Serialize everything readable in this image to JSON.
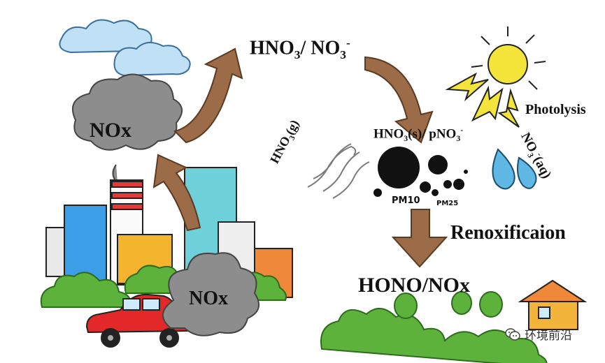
{
  "labels": {
    "nox_cloud": "NOx",
    "nox_car": "NOx",
    "hno3_gas_top": "HNO",
    "hno3_gas_top_sub": "3",
    "hno3_gas_top_mid": "/ NO",
    "hno3_gas_top_sub2": "3",
    "hno3_gas_top_sup": "-",
    "hno3_g": "HNO",
    "hno3_g_sub": "3",
    "hno3_g_end": "(g)",
    "particle_label": "HNO",
    "particle_label_sub": "3",
    "particle_label_mid": "(s)/ pNO",
    "particle_label_sub2": "3",
    "particle_label_sup": "-",
    "no3_aq": "NO",
    "no3_aq_sub": "3",
    "no3_aq_sup": "-",
    "no3_aq_end": "(aq)",
    "photolysis": "Photolysis",
    "renoxification": "Renoxificaion",
    "hono": "HONO/NOx",
    "pm10": "PM10",
    "pm25": "PM25"
  },
  "watermark": {
    "text": "环境前沿"
  },
  "colors": {
    "arrow": "#9c6b48",
    "sun": "#f5e53a",
    "smoke": "#8d8d8d",
    "cloud_blue": "#bfe0f5",
    "grass": "#5cb23a",
    "water": "#5fb9e4"
  }
}
